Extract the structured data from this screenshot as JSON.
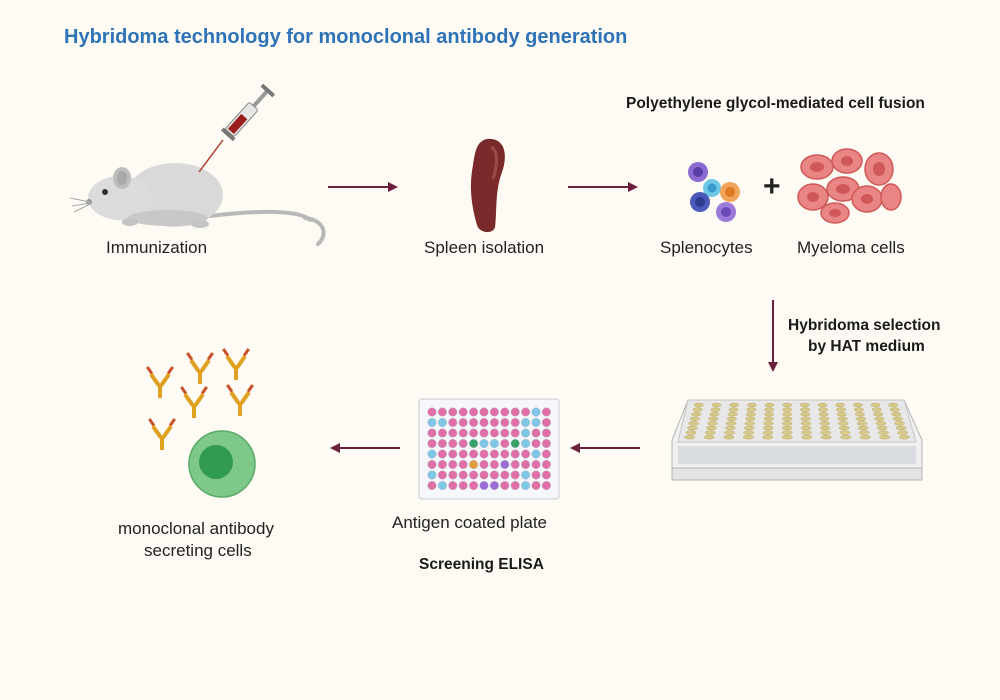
{
  "title": "Hybridoma technology for monoclonal antibody generation",
  "steps": {
    "immunization": "Immunization",
    "spleen": "Spleen isolation",
    "splenocytes": "Splenocytes",
    "plus": "+",
    "myeloma": "Myeloma cells",
    "fusion": "Polyethylene glycol-mediated cell fusion",
    "selection_line1": "Hybridoma selection",
    "selection_line2": "by HAT medium",
    "plate": "Antigen  coated plate",
    "elisa": "Screening ELISA",
    "secreting_line1": "monoclonal antibody",
    "secreting_line2": "secreting cells"
  },
  "colors": {
    "title": "#2e72b8",
    "arrow": "#6b1f3f",
    "spleen": "#7a2a2a",
    "myeloma": "#e98585",
    "cell": "#7ec98a",
    "nucleus": "#2f9a50",
    "antibody": "#e0a020"
  },
  "icons": [
    "mouse-icon",
    "syringe-icon",
    "spleen-icon",
    "splenocytes-icon",
    "myeloma-cells-icon",
    "well-plate-icon",
    "elisa-plate-icon",
    "antibody-icon",
    "secreting-cell-icon"
  ]
}
